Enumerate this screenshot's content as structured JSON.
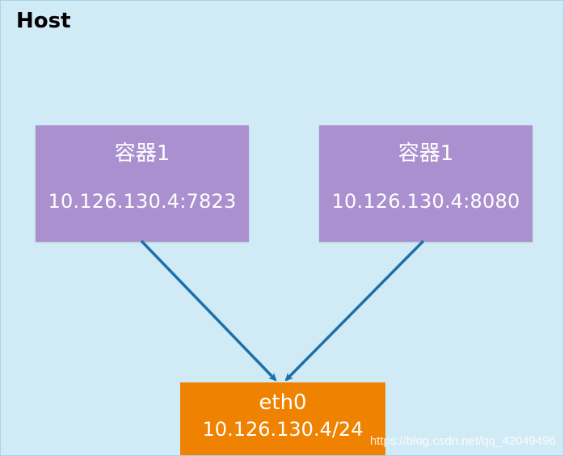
{
  "host": {
    "title": "Host",
    "background": "#d0ebf5"
  },
  "containers": [
    {
      "name": "容器1",
      "address": "10.126.130.4:7823"
    },
    {
      "name": "容器1",
      "address": "10.126.130.4:8080"
    }
  ],
  "interface": {
    "name": "eth0",
    "address": "10.126.130.4/24",
    "color": "#ef8200"
  },
  "colors": {
    "container_fill": "#aa90cf",
    "arrow": "#1f6fa8"
  },
  "watermark": "https://blog.csdn.net/qq_42049496"
}
